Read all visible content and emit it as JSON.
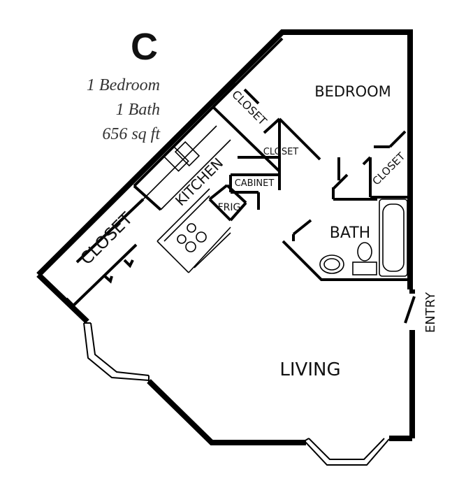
{
  "plan": {
    "letter": "C",
    "bedrooms": "1 Bedroom",
    "baths": "1 Bath",
    "area": "656 sq ft"
  },
  "rooms": {
    "bedroom": "BEDROOM",
    "closet_bedroom": "CLOSET",
    "closet_small": "CLOSET",
    "closet_right": "CLOSET",
    "closet_large": "CLOSET",
    "kitchen": "KITCHEN",
    "cabinet": "CABINET",
    "frig": "FRIG",
    "bath": "BATH",
    "living": "LIVING",
    "entry": "ENTRY"
  },
  "colors": {
    "wall": "#000000",
    "line": "#111111",
    "background": "#ffffff"
  }
}
